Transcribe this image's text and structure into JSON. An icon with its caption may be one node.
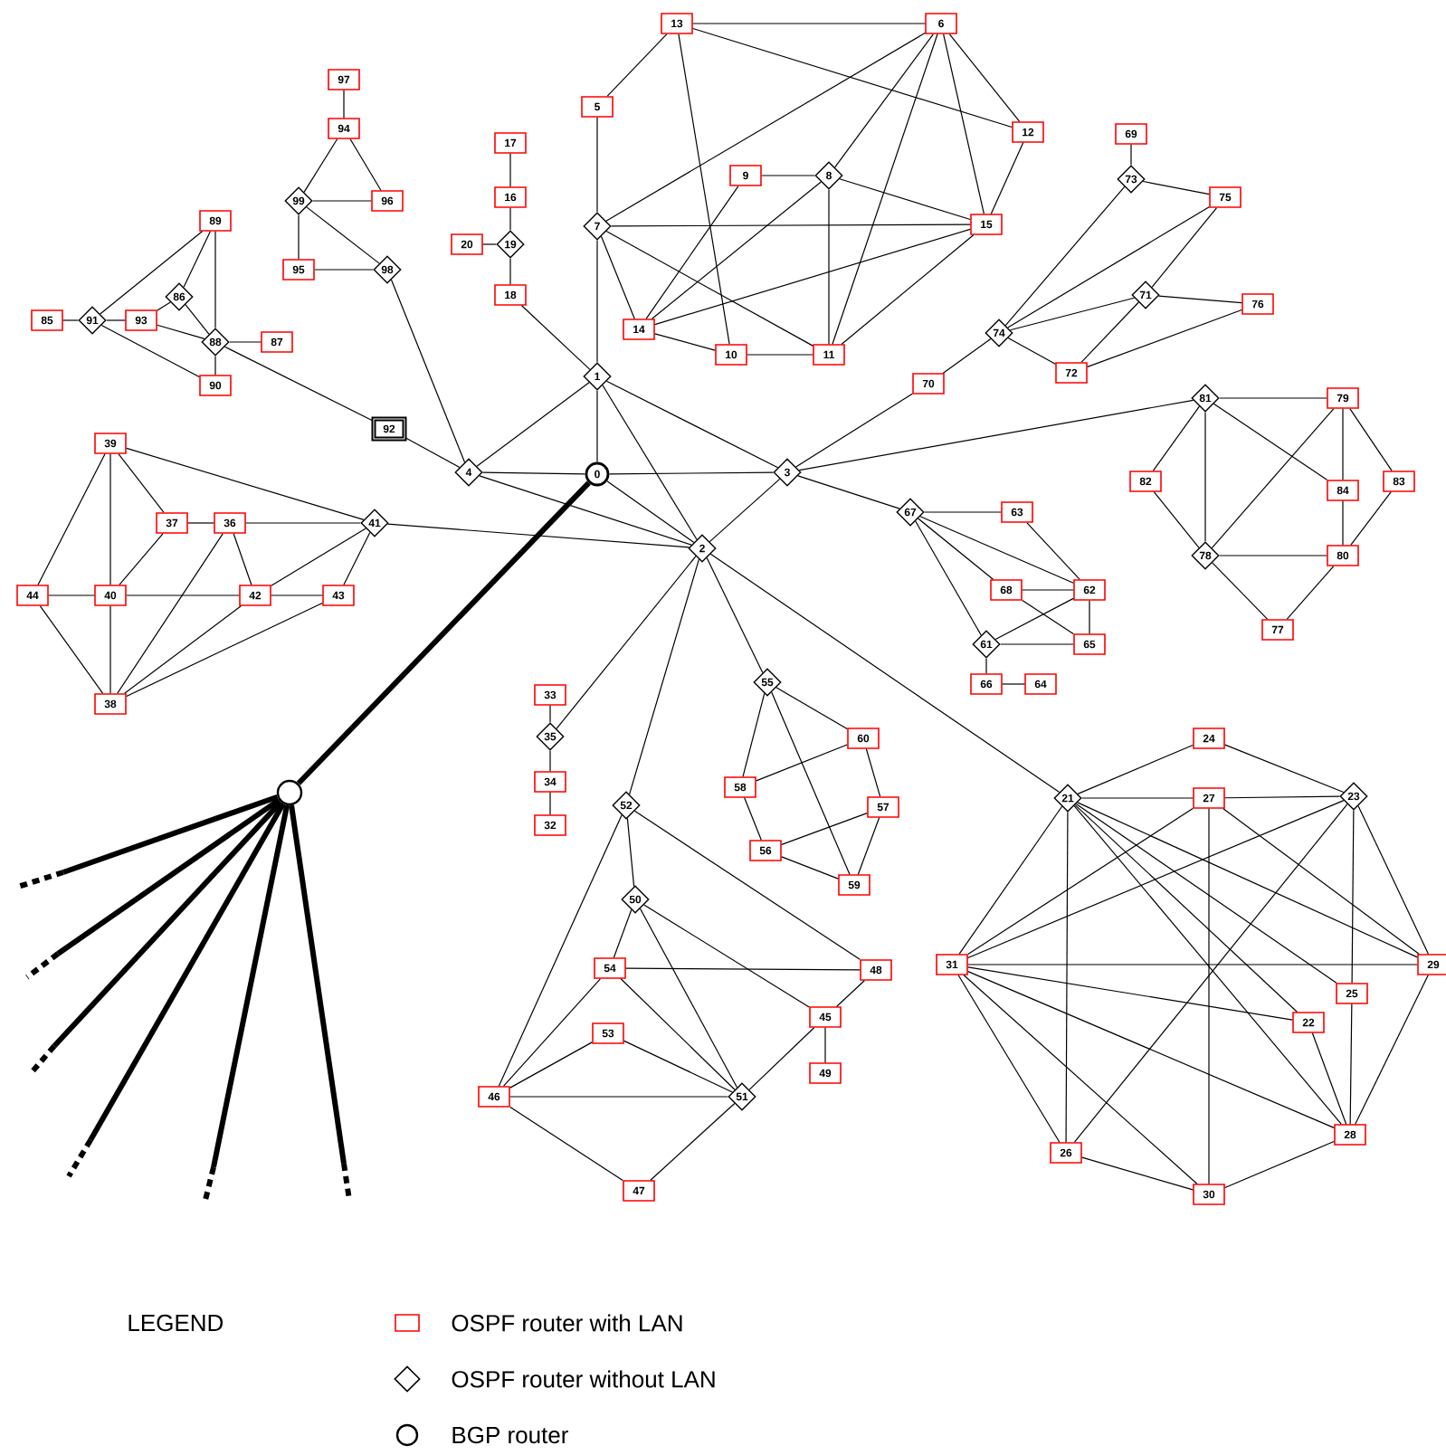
{
  "diagram": {
    "nodes": [
      {
        "text": [
          "0"
        ]
      },
      {
        "text": [
          "1"
        ]
      },
      {
        "text": [
          "2"
        ]
      },
      {
        "text": [
          "3"
        ]
      },
      {
        "text": [
          "4"
        ]
      },
      {
        "text": [
          "5"
        ]
      },
      {
        "text": [
          "6"
        ]
      },
      {
        "text": [
          "7"
        ]
      },
      {
        "text": [
          "8"
        ]
      },
      {
        "text": [
          "9"
        ]
      },
      {
        "text": [
          "10"
        ]
      },
      {
        "text": [
          "11"
        ]
      },
      {
        "text": [
          "12"
        ]
      },
      {
        "text": [
          "13"
        ]
      },
      {
        "text": [
          "14"
        ]
      },
      {
        "text": [
          "15"
        ]
      },
      {
        "text": [
          "16"
        ]
      },
      {
        "text": [
          "17"
        ]
      },
      {
        "text": [
          "18"
        ]
      },
      {
        "text": [
          "19"
        ]
      },
      {
        "text": [
          "20"
        ]
      },
      {
        "text": [
          "21"
        ]
      },
      {
        "text": [
          "22"
        ]
      },
      {
        "text": [
          "23"
        ]
      },
      {
        "text": [
          "24"
        ]
      },
      {
        "text": [
          "25"
        ]
      },
      {
        "text": [
          "26"
        ]
      },
      {
        "text": [
          "27"
        ]
      },
      {
        "text": [
          "28"
        ]
      },
      {
        "text": [
          "29"
        ]
      },
      {
        "text": [
          "30"
        ]
      },
      {
        "text": [
          "31"
        ]
      },
      {
        "text": [
          "32"
        ]
      },
      {
        "text": [
          "33"
        ]
      },
      {
        "text": [
          "34"
        ]
      },
      {
        "text": [
          "35"
        ]
      },
      {
        "text": [
          "36"
        ]
      },
      {
        "text": [
          "37"
        ]
      },
      {
        "text": [
          "38"
        ]
      },
      {
        "text": [
          "39"
        ]
      },
      {
        "text": [
          "40"
        ]
      },
      {
        "text": [
          "41"
        ]
      },
      {
        "text": [
          "42"
        ]
      },
      {
        "text": [
          "43"
        ]
      },
      {
        "text": [
          "44"
        ]
      },
      {
        "text": [
          "45"
        ]
      },
      {
        "text": [
          "46"
        ]
      },
      {
        "text": [
          "47"
        ]
      },
      {
        "text": [
          "48"
        ]
      },
      {
        "text": [
          "49"
        ]
      },
      {
        "text": [
          "50"
        ]
      },
      {
        "text": [
          "51"
        ]
      },
      {
        "text": [
          "52"
        ]
      },
      {
        "text": [
          "53"
        ]
      },
      {
        "text": [
          "54"
        ]
      },
      {
        "text": [
          "55"
        ]
      },
      {
        "text": [
          "56"
        ]
      },
      {
        "text": [
          "57"
        ]
      },
      {
        "text": [
          "58"
        ]
      },
      {
        "text": [
          "59"
        ]
      },
      {
        "text": [
          "60"
        ]
      },
      {
        "text": [
          "61"
        ]
      },
      {
        "text": [
          "62"
        ]
      },
      {
        "text": [
          "63"
        ]
      },
      {
        "text": [
          "64"
        ]
      },
      {
        "text": [
          "65"
        ]
      },
      {
        "text": [
          "66"
        ]
      },
      {
        "text": [
          "67"
        ]
      },
      {
        "text": [
          "68"
        ]
      },
      {
        "text": [
          "69"
        ]
      },
      {
        "text": [
          "70"
        ]
      },
      {
        "text": [
          "71"
        ]
      },
      {
        "text": [
          "72"
        ]
      },
      {
        "text": [
          "73"
        ]
      },
      {
        "text": [
          "74"
        ]
      },
      {
        "text": [
          "75"
        ]
      },
      {
        "text": [
          "76"
        ]
      },
      {
        "text": [
          "77"
        ]
      },
      {
        "text": [
          "78"
        ]
      },
      {
        "text": [
          "79"
        ]
      },
      {
        "text": [
          "80"
        ]
      },
      {
        "text": [
          "81"
        ]
      },
      {
        "text": [
          "82"
        ]
      },
      {
        "text": [
          "83"
        ]
      },
      {
        "text": [
          "84"
        ]
      },
      {
        "text": [
          "85"
        ]
      },
      {
        "text": [
          "86"
        ]
      },
      {
        "text": [
          "87"
        ]
      },
      {
        "text": [
          "88"
        ]
      },
      {
        "text": [
          "89"
        ]
      },
      {
        "text": [
          "90"
        ]
      },
      {
        "text": [
          "91"
        ]
      },
      {
        "text": [
          "92"
        ]
      },
      {
        "text": [
          "93"
        ]
      },
      {
        "text": [
          "94"
        ]
      },
      {
        "text": [
          "95"
        ]
      },
      {
        "text": [
          "96"
        ]
      },
      {
        "text": [
          "97"
        ]
      },
      {
        "text": [
          "98"
        ]
      },
      {
        "text": [
          "99"
        ]
      },
      {
        "text": [],
        "shape": "circle"
      }
    ],
    "edges": [
      {
        "from": 0,
        "to": 1,
        "arrow": "none"
      },
      {
        "from": 0,
        "to": 4,
        "arrow": "none"
      },
      {
        "from": 0,
        "to": 3,
        "arrow": "none"
      },
      {
        "from": 0,
        "to": 2,
        "arrow": "none"
      },
      {
        "from": 0,
        "to": 100,
        "arrow": "none",
        "style": "thick"
      },
      {
        "from": 1,
        "to": 7,
        "arrow": "none"
      },
      {
        "from": 1,
        "to": 18,
        "arrow": "none"
      },
      {
        "from": 1,
        "to": 4,
        "arrow": "none"
      },
      {
        "from": 1,
        "to": 3,
        "arrow": "none"
      },
      {
        "from": 1,
        "to": 2,
        "arrow": "none"
      },
      {
        "from": 4,
        "to": 2,
        "arrow": "none"
      },
      {
        "from": 4,
        "to": 98,
        "arrow": "none"
      },
      {
        "from": 4,
        "to": 92,
        "arrow": "none"
      },
      {
        "from": 92,
        "to": 88,
        "arrow": "none"
      },
      {
        "from": 41,
        "to": 2,
        "arrow": "none"
      },
      {
        "from": 3,
        "to": 2,
        "arrow": "none"
      },
      {
        "from": 3,
        "to": 70,
        "arrow": "none"
      },
      {
        "from": 3,
        "to": 81,
        "arrow": "none"
      },
      {
        "from": 3,
        "to": 67,
        "arrow": "none"
      },
      {
        "from": 2,
        "to": 35,
        "arrow": "none"
      },
      {
        "from": 2,
        "to": 52,
        "arrow": "none"
      },
      {
        "from": 2,
        "to": 55,
        "arrow": "none"
      },
      {
        "from": 2,
        "to": 21,
        "arrow": "none"
      },
      {
        "from": 7,
        "to": 5,
        "arrow": "none"
      },
      {
        "from": 5,
        "to": 13,
        "arrow": "none"
      },
      {
        "from": 13,
        "to": 6,
        "arrow": "none"
      },
      {
        "from": 13,
        "to": 12,
        "arrow": "none"
      },
      {
        "from": 13,
        "to": 10,
        "arrow": "none"
      },
      {
        "from": 6,
        "to": 7,
        "arrow": "none"
      },
      {
        "from": 6,
        "to": 8,
        "arrow": "none"
      },
      {
        "from": 6,
        "to": 11,
        "arrow": "none"
      },
      {
        "from": 6,
        "to": 15,
        "arrow": "none"
      },
      {
        "from": 6,
        "to": 12,
        "arrow": "none"
      },
      {
        "from": 12,
        "to": 15,
        "arrow": "none"
      },
      {
        "from": 9,
        "to": 8,
        "arrow": "none"
      },
      {
        "from": 9,
        "to": 14,
        "arrow": "none"
      },
      {
        "from": 8,
        "to": 14,
        "arrow": "none"
      },
      {
        "from": 8,
        "to": 15,
        "arrow": "none"
      },
      {
        "from": 8,
        "to": 11,
        "arrow": "none"
      },
      {
        "from": 7,
        "to": 15,
        "arrow": "none"
      },
      {
        "from": 7,
        "to": 14,
        "arrow": "none"
      },
      {
        "from": 7,
        "to": 11,
        "arrow": "none"
      },
      {
        "from": 14,
        "to": 15,
        "arrow": "none"
      },
      {
        "from": 14,
        "to": 10,
        "arrow": "none"
      },
      {
        "from": 10,
        "to": 11,
        "arrow": "none"
      },
      {
        "from": 11,
        "to": 15,
        "arrow": "none"
      },
      {
        "from": 17,
        "to": 16,
        "arrow": "none"
      },
      {
        "from": 16,
        "to": 19,
        "arrow": "none"
      },
      {
        "from": 20,
        "to": 19,
        "arrow": "none"
      },
      {
        "from": 19,
        "to": 18,
        "arrow": "none"
      },
      {
        "from": 97,
        "to": 94,
        "arrow": "none"
      },
      {
        "from": 94,
        "to": 99,
        "arrow": "none"
      },
      {
        "from": 94,
        "to": 96,
        "arrow": "none"
      },
      {
        "from": 99,
        "to": 96,
        "arrow": "none"
      },
      {
        "from": 99,
        "to": 95,
        "arrow": "none"
      },
      {
        "from": 99,
        "to": 98,
        "arrow": "none"
      },
      {
        "from": 95,
        "to": 98,
        "arrow": "none"
      },
      {
        "from": 85,
        "to": 91,
        "arrow": "none"
      },
      {
        "from": 91,
        "to": 89,
        "arrow": "none"
      },
      {
        "from": 91,
        "to": 93,
        "arrow": "none"
      },
      {
        "from": 91,
        "to": 90,
        "arrow": "none"
      },
      {
        "from": 93,
        "to": 86,
        "arrow": "none"
      },
      {
        "from": 93,
        "to": 88,
        "arrow": "none"
      },
      {
        "from": 86,
        "to": 89,
        "arrow": "none"
      },
      {
        "from": 86,
        "to": 88,
        "arrow": "none"
      },
      {
        "from": 89,
        "to": 88,
        "arrow": "none"
      },
      {
        "from": 88,
        "to": 87,
        "arrow": "none"
      },
      {
        "from": 88,
        "to": 90,
        "arrow": "none"
      },
      {
        "from": 39,
        "to": 41,
        "arrow": "none"
      },
      {
        "from": 39,
        "to": 37,
        "arrow": "none"
      },
      {
        "from": 39,
        "to": 40,
        "arrow": "none"
      },
      {
        "from": 39,
        "to": 44,
        "arrow": "none"
      },
      {
        "from": 37,
        "to": 36,
        "arrow": "none"
      },
      {
        "from": 37,
        "to": 40,
        "arrow": "none"
      },
      {
        "from": 36,
        "to": 41,
        "arrow": "none"
      },
      {
        "from": 36,
        "to": 42,
        "arrow": "none"
      },
      {
        "from": 36,
        "to": 38,
        "arrow": "none"
      },
      {
        "from": 41,
        "to": 42,
        "arrow": "none"
      },
      {
        "from": 41,
        "to": 43,
        "arrow": "none"
      },
      {
        "from": 44,
        "to": 40,
        "arrow": "none"
      },
      {
        "from": 40,
        "to": 42,
        "arrow": "none"
      },
      {
        "from": 42,
        "to": 43,
        "arrow": "none"
      },
      {
        "from": 44,
        "to": 38,
        "arrow": "none"
      },
      {
        "from": 40,
        "to": 38,
        "arrow": "none"
      },
      {
        "from": 42,
        "to": 38,
        "arrow": "none"
      },
      {
        "from": 43,
        "to": 38,
        "arrow": "none"
      },
      {
        "from": 69,
        "to": 73,
        "arrow": "none"
      },
      {
        "from": 73,
        "to": 75,
        "arrow": "none"
      },
      {
        "from": 73,
        "to": 74,
        "arrow": "none"
      },
      {
        "from": 74,
        "to": 75,
        "arrow": "none"
      },
      {
        "from": 74,
        "to": 71,
        "arrow": "none"
      },
      {
        "from": 74,
        "to": 72,
        "arrow": "none"
      },
      {
        "from": 74,
        "to": 70,
        "arrow": "none"
      },
      {
        "from": 71,
        "to": 75,
        "arrow": "none"
      },
      {
        "from": 71,
        "to": 76,
        "arrow": "none"
      },
      {
        "from": 71,
        "to": 72,
        "arrow": "none"
      },
      {
        "from": 72,
        "to": 76,
        "arrow": "none"
      },
      {
        "from": 81,
        "to": 79,
        "arrow": "none"
      },
      {
        "from": 81,
        "to": 82,
        "arrow": "none"
      },
      {
        "from": 81,
        "to": 78,
        "arrow": "none"
      },
      {
        "from": 81,
        "to": 84,
        "arrow": "none"
      },
      {
        "from": 79,
        "to": 78,
        "arrow": "none"
      },
      {
        "from": 79,
        "to": 84,
        "arrow": "none"
      },
      {
        "from": 79,
        "to": 83,
        "arrow": "none"
      },
      {
        "from": 84,
        "to": 80,
        "arrow": "none"
      },
      {
        "from": 82,
        "to": 78,
        "arrow": "none"
      },
      {
        "from": 78,
        "to": 80,
        "arrow": "none"
      },
      {
        "from": 78,
        "to": 77,
        "arrow": "none"
      },
      {
        "from": 80,
        "to": 77,
        "arrow": "none"
      },
      {
        "from": 83,
        "to": 80,
        "arrow": "none"
      },
      {
        "from": 67,
        "to": 63,
        "arrow": "none"
      },
      {
        "from": 67,
        "to": 68,
        "arrow": "none"
      },
      {
        "from": 67,
        "to": 62,
        "arrow": "none"
      },
      {
        "from": 67,
        "to": 61,
        "arrow": "none"
      },
      {
        "from": 63,
        "to": 62,
        "arrow": "none"
      },
      {
        "from": 68,
        "to": 62,
        "arrow": "none"
      },
      {
        "from": 68,
        "to": 65,
        "arrow": "none"
      },
      {
        "from": 62,
        "to": 61,
        "arrow": "none"
      },
      {
        "from": 62,
        "to": 65,
        "arrow": "none"
      },
      {
        "from": 61,
        "to": 65,
        "arrow": "none"
      },
      {
        "from": 61,
        "to": 66,
        "arrow": "none"
      },
      {
        "from": 66,
        "to": 64,
        "arrow": "none"
      },
      {
        "from": 55,
        "to": 60,
        "arrow": "none"
      },
      {
        "from": 55,
        "to": 58,
        "arrow": "none"
      },
      {
        "from": 55,
        "to": 59,
        "arrow": "none"
      },
      {
        "from": 60,
        "to": 58,
        "arrow": "none"
      },
      {
        "from": 60,
        "to": 57,
        "arrow": "none"
      },
      {
        "from": 58,
        "to": 56,
        "arrow": "none"
      },
      {
        "from": 56,
        "to": 57,
        "arrow": "none"
      },
      {
        "from": 56,
        "to": 59,
        "arrow": "none"
      },
      {
        "from": 57,
        "to": 59,
        "arrow": "none"
      },
      {
        "from": 33,
        "to": 35,
        "arrow": "none"
      },
      {
        "from": 35,
        "to": 34,
        "arrow": "none"
      },
      {
        "from": 34,
        "to": 32,
        "arrow": "none"
      },
      {
        "from": 52,
        "to": 50,
        "arrow": "none"
      },
      {
        "from": 52,
        "to": 46,
        "arrow": "none"
      },
      {
        "from": 52,
        "to": 48,
        "arrow": "none"
      },
      {
        "from": 50,
        "to": 54,
        "arrow": "none"
      },
      {
        "from": 50,
        "to": 51,
        "arrow": "none"
      },
      {
        "from": 50,
        "to": 45,
        "arrow": "none"
      },
      {
        "from": 54,
        "to": 48,
        "arrow": "none"
      },
      {
        "from": 54,
        "to": 46,
        "arrow": "none"
      },
      {
        "from": 54,
        "to": 51,
        "arrow": "none"
      },
      {
        "from": 53,
        "to": 46,
        "arrow": "none"
      },
      {
        "from": 53,
        "to": 51,
        "arrow": "none"
      },
      {
        "from": 46,
        "to": 51,
        "arrow": "none"
      },
      {
        "from": 46,
        "to": 47,
        "arrow": "none"
      },
      {
        "from": 47,
        "to": 51,
        "arrow": "none"
      },
      {
        "from": 51,
        "to": 45,
        "arrow": "none"
      },
      {
        "from": 45,
        "to": 48,
        "arrow": "none"
      },
      {
        "from": 45,
        "to": 49,
        "arrow": "none"
      },
      {
        "from": 21,
        "to": 24,
        "arrow": "none"
      },
      {
        "from": 24,
        "to": 23,
        "arrow": "none"
      },
      {
        "from": 21,
        "to": 27,
        "arrow": "none"
      },
      {
        "from": 27,
        "to": 23,
        "arrow": "none"
      },
      {
        "from": 21,
        "to": 31,
        "arrow": "none"
      },
      {
        "from": 21,
        "to": 26,
        "arrow": "none"
      },
      {
        "from": 21,
        "to": 29,
        "arrow": "none"
      },
      {
        "from": 21,
        "to": 25,
        "arrow": "none"
      },
      {
        "from": 21,
        "to": 22,
        "arrow": "none"
      },
      {
        "from": 21,
        "to": 28,
        "arrow": "none"
      },
      {
        "from": 27,
        "to": 31,
        "arrow": "none"
      },
      {
        "from": 27,
        "to": 30,
        "arrow": "none"
      },
      {
        "from": 27,
        "to": 29,
        "arrow": "none"
      },
      {
        "from": 23,
        "to": 31,
        "arrow": "none"
      },
      {
        "from": 23,
        "to": 26,
        "arrow": "none"
      },
      {
        "from": 23,
        "to": 25,
        "arrow": "none"
      },
      {
        "from": 25,
        "to": 28,
        "arrow": "none"
      },
      {
        "from": 23,
        "to": 29,
        "arrow": "none"
      },
      {
        "from": 31,
        "to": 29,
        "arrow": "none"
      },
      {
        "from": 31,
        "to": 22,
        "arrow": "none"
      },
      {
        "from": 31,
        "to": 28,
        "arrow": "none"
      },
      {
        "from": 31,
        "to": 26,
        "arrow": "none"
      },
      {
        "from": 31,
        "to": 30,
        "arrow": "none"
      },
      {
        "from": 22,
        "to": 28,
        "arrow": "none"
      },
      {
        "from": 26,
        "to": 30,
        "arrow": "none"
      },
      {
        "from": 30,
        "to": 28,
        "arrow": "none"
      },
      {
        "from": 29,
        "to": 28,
        "arrow": "none"
      },
      {
        "from": 100,
        "to": null,
        "arrow": "none",
        "style": "thick"
      },
      {
        "from": 100,
        "to": null,
        "arrow": "none",
        "style": "thick"
      },
      {
        "from": 100,
        "to": null,
        "arrow": "none",
        "style": "thick"
      },
      {
        "from": 100,
        "to": null,
        "arrow": "none",
        "style": "thick"
      },
      {
        "from": 100,
        "to": null,
        "arrow": "none",
        "style": "thick"
      },
      {
        "from": 100,
        "to": null,
        "arrow": "none",
        "style": "thick"
      }
    ],
    "labels": [
      "LEGEND"
    ],
    "legend": [
      {
        "text": "OSPF router with LAN"
      },
      {
        "text": "OSPF router without LAN"
      },
      {
        "text": "BGP router"
      }
    ]
  }
}
